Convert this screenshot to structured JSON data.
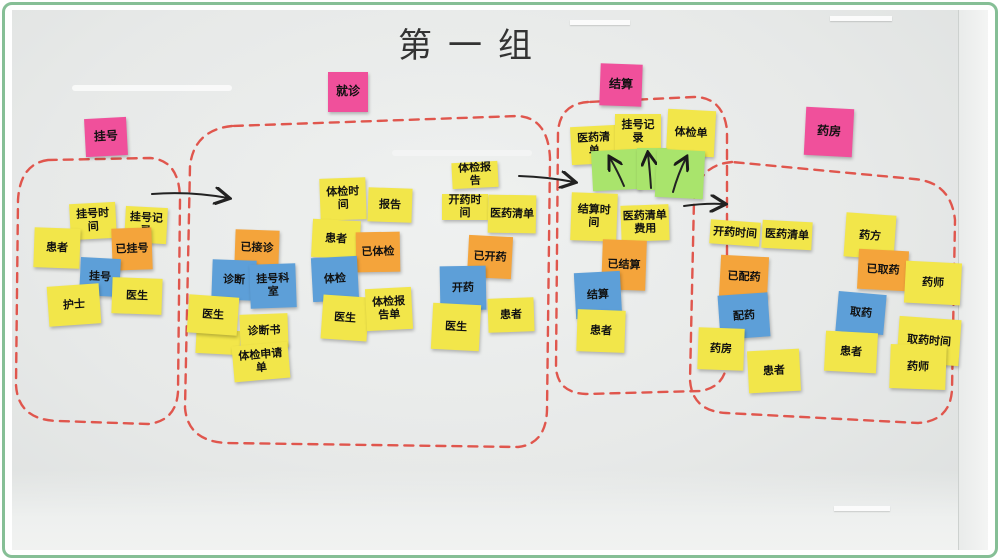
{
  "title": "第一组",
  "colors": {
    "yellow": "#f2e64a",
    "orange": "#f4a43b",
    "blue": "#5d9fd8",
    "pink": "#f0509b",
    "green": "#a9e46c",
    "outline": "#e0564d",
    "frame": "#86bf96"
  },
  "stages": {
    "register": "挂号",
    "visit": "就诊",
    "settle": "结算",
    "pharmacy": "药房"
  },
  "register_group": {
    "reg_time": "挂号时间",
    "reg_record": "挂号记录",
    "patient": "患者",
    "registered": "已挂号",
    "register": "挂号",
    "nurse": "护士",
    "doctor": "医生"
  },
  "visit_group": {
    "accepted": "已接诊",
    "diagnose": "诊断",
    "dept": "挂号科室",
    "doctor": "医生",
    "diagnosis_doc": "诊断书",
    "exam_request": "体检申请单"
  },
  "exam_group": {
    "exam_time": "体检时间",
    "report": "报告",
    "patient": "患者",
    "examined": "已体检",
    "exam": "体检",
    "doctor": "医生",
    "exam_report": "体检报告单"
  },
  "prescribe_group": {
    "exam_report": "体检报告",
    "prescribe_time": "开药时间",
    "med_list": "医药清单",
    "prescribed": "已开药",
    "prescribe": "开药",
    "doctor": "医生",
    "patient": "患者"
  },
  "settle_group": {
    "med_list": "医药清单",
    "reg_record": "挂号记录",
    "exam_form": "体检单",
    "settle_time": "结算时间",
    "med_cost": "医药清单费用",
    "settled": "已结算",
    "settle": "结算",
    "patient": "患者"
  },
  "pharmacy_group": {
    "prescribe_time": "开药时间",
    "med_list": "医药清单",
    "dispensed": "已配药",
    "dispense": "配药",
    "pharmacy": "药房",
    "patient": "患者",
    "prescription": "药方",
    "taken": "已取药",
    "pharmacist": "药师",
    "take": "取药",
    "patient2": "患者",
    "take_time": "取药时间",
    "pharmacist2": "药师"
  }
}
